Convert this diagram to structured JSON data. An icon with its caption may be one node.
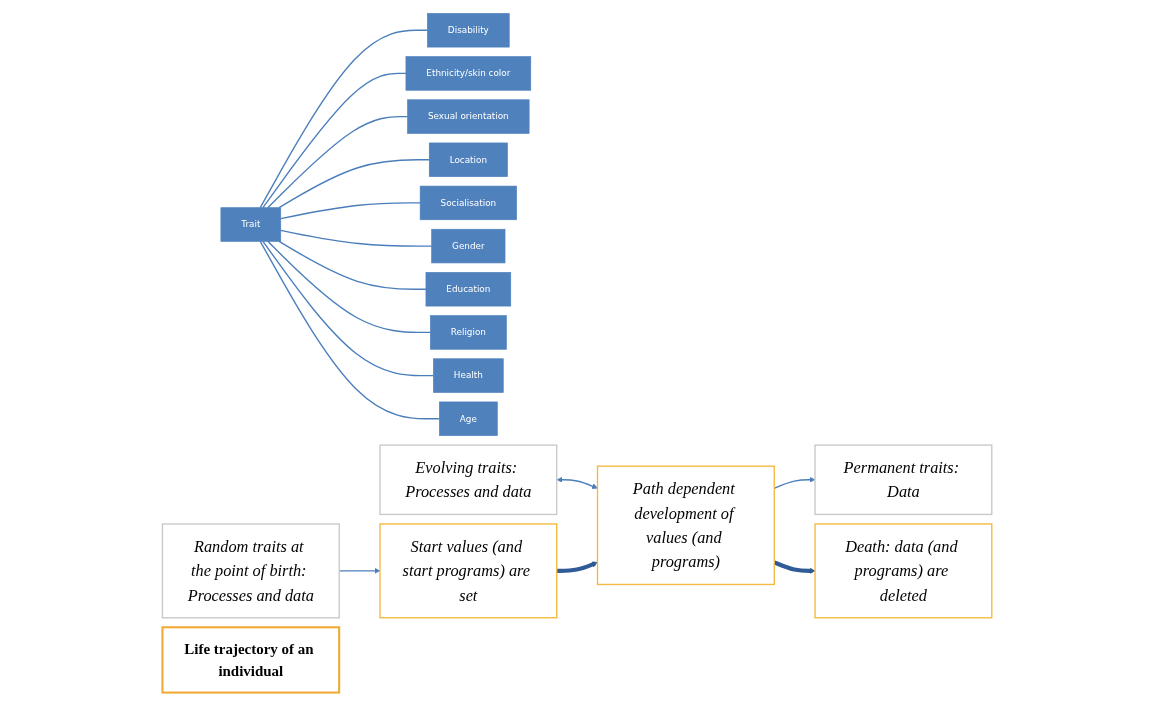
{
  "diagram": {
    "nodes": [
      {
        "text": [
          "Trait"
        ]
      },
      {
        "text": [
          "Disability"
        ]
      },
      {
        "text": [
          "Ethnicity/skin color"
        ]
      },
      {
        "text": [
          "Sexual orientation"
        ]
      },
      {
        "text": [
          "Location"
        ]
      },
      {
        "text": [
          "Socialisation"
        ]
      },
      {
        "text": [
          "Gender"
        ]
      },
      {
        "text": [
          "Education"
        ]
      },
      {
        "text": [
          "Religion"
        ]
      },
      {
        "text": [
          "Health"
        ]
      },
      {
        "text": [
          "Age"
        ]
      },
      {
        "text": [
          "Random traits at the point of birth: Processes and data"
        ]
      },
      {
        "text": [
          "Evolving traits: Processes and data"
        ]
      },
      {
        "text": [
          "Permanent traits: Data"
        ]
      },
      {
        "text": [
          "Life trajectory of an individual"
        ]
      },
      {
        "text": [
          "Start values (and start programs) are set"
        ]
      },
      {
        "text": [
          "Path dependent development of values (and programs)"
        ]
      },
      {
        "text": [
          "Death: data (and programs) are deleted"
        ]
      }
    ],
    "edges": [
      {
        "from": 0,
        "to": 1,
        "arrow": "none"
      },
      {
        "from": 0,
        "to": 2,
        "arrow": "none"
      },
      {
        "from": 0,
        "to": 3,
        "arrow": "none"
      },
      {
        "from": 0,
        "to": 4,
        "arrow": "none"
      },
      {
        "from": 0,
        "to": 5,
        "arrow": "none"
      },
      {
        "from": 0,
        "to": 6,
        "arrow": "none"
      },
      {
        "from": 0,
        "to": 7,
        "arrow": "none"
      },
      {
        "from": 0,
        "to": 8,
        "arrow": "none"
      },
      {
        "from": 0,
        "to": 9,
        "arrow": "none"
      },
      {
        "from": 0,
        "to": 10,
        "arrow": "none"
      },
      {
        "from": 11,
        "to": 15,
        "arrow": "to"
      },
      {
        "from": 12,
        "to": 16,
        "arrow": "both"
      },
      {
        "from": 16,
        "to": 13,
        "arrow": "to"
      },
      {
        "from": 15,
        "to": 16,
        "arrow": "to",
        "style": "thick",
        "color": "#2f5b96"
      },
      {
        "from": 16,
        "to": 17,
        "arrow": "to",
        "style": "thick",
        "color": "#2f5b96"
      }
    ]
  }
}
